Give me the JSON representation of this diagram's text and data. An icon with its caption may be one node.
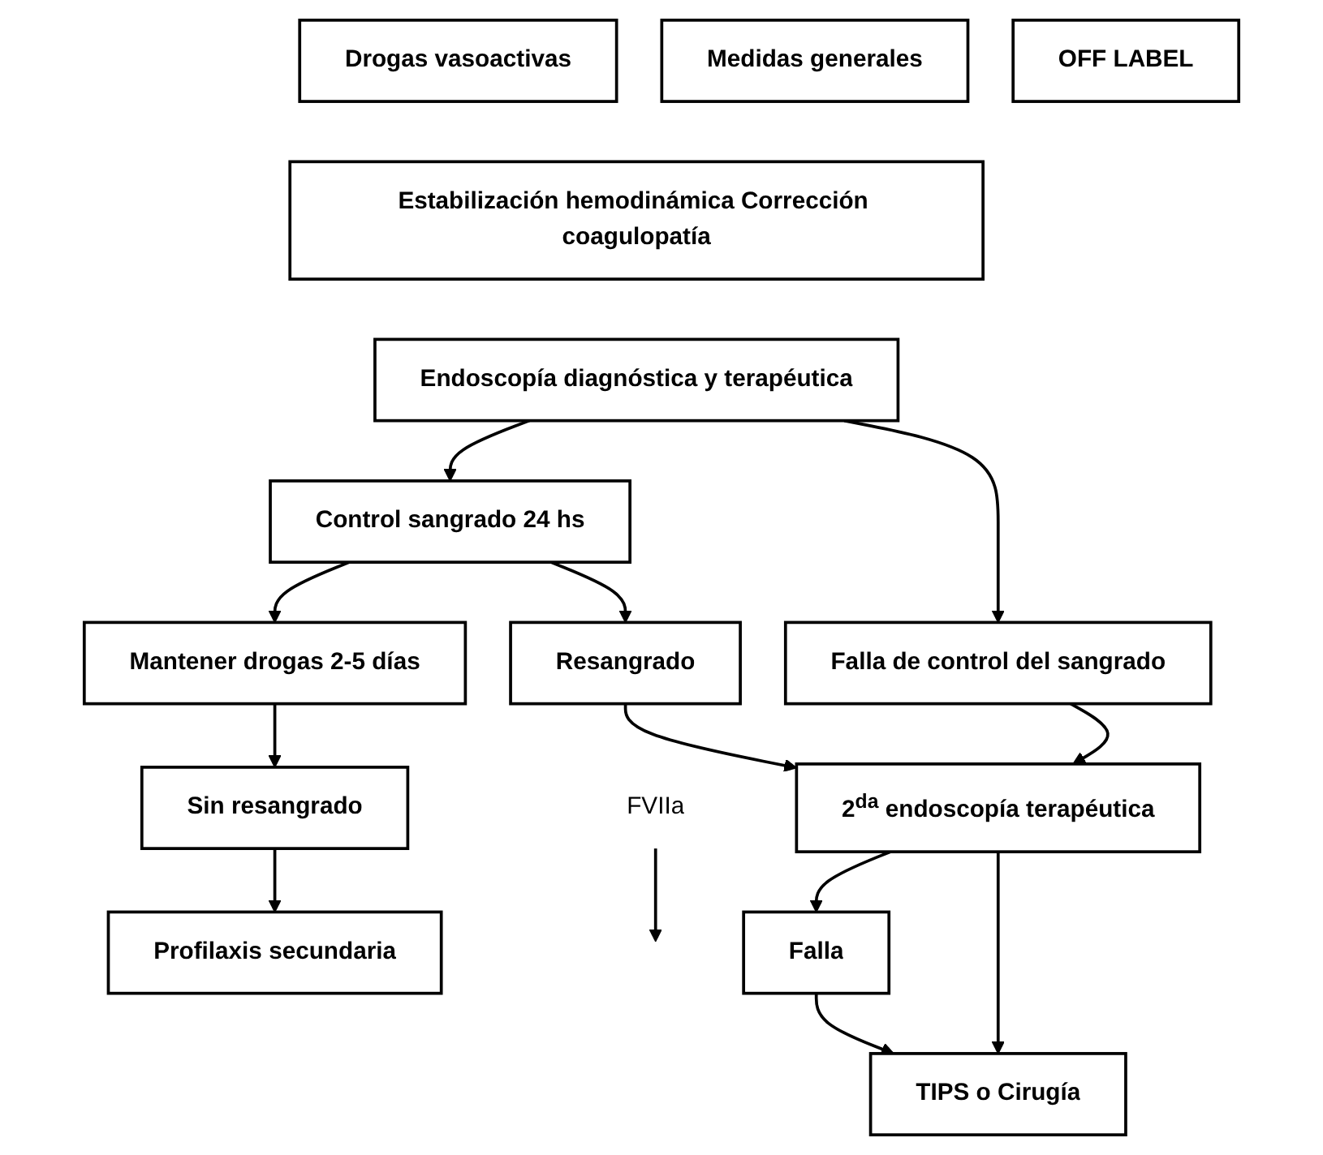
{
  "diagram": {
    "nodes": [
      {
        "text": [
          "Drogas vasoactivas"
        ]
      },
      {
        "text": [
          "Medidas generales"
        ]
      },
      {
        "text": [
          "Estabilización hemodinámica Corrección coagulopatía"
        ]
      },
      {
        "text": [
          "Endoscopía diagnóstica y terapéutica"
        ]
      },
      {
        "text": [
          "Control sangrado 24 hs"
        ]
      },
      {
        "text": [
          "Falla de control del sangrado"
        ]
      },
      {
        "text": [
          "OFF LABEL"
        ]
      },
      {
        "text": [
          "FVIIa"
        ]
      },
      {
        "text": [
          "Mantener drogas 2-5 días"
        ]
      },
      {
        "text": [
          "2$^{da}$ endoscopía terapéutica"
        ]
      },
      {
        "text": [
          "Sin resangrado"
        ]
      },
      {
        "text": [
          "Resangrado"
        ]
      },
      {
        "text": [
          "Falla"
        ]
      },
      {
        "text": [
          "TIPS o Cirugía"
        ]
      },
      {
        "text": [
          "Profilaxis secundaria"
        ]
      }
    ],
    "edges": [
      {
        "from": 3,
        "to": 4,
        "arrow": "to"
      },
      {
        "from": 3,
        "to": 5,
        "arrow": "to"
      },
      {
        "from": 4,
        "to": 8,
        "arrow": "to"
      },
      {
        "from": 4,
        "to": 11,
        "arrow": "to"
      },
      {
        "from": 5,
        "to": 9,
        "arrow": "to"
      },
      {
        "from": 7,
        "to": null,
        "arrow": "to"
      },
      {
        "from": 8,
        "to": 10,
        "arrow": "to"
      },
      {
        "from": 10,
        "to": 14,
        "arrow": "to"
      },
      {
        "from": 11,
        "to": 9,
        "arrow": "to"
      },
      {
        "from": 9,
        "to": 12,
        "arrow": "to"
      },
      {
        "from": 12,
        "to": 13,
        "arrow": "to"
      },
      {
        "from": 9,
        "to": 13,
        "arrow": "to"
      }
    ]
  }
}
